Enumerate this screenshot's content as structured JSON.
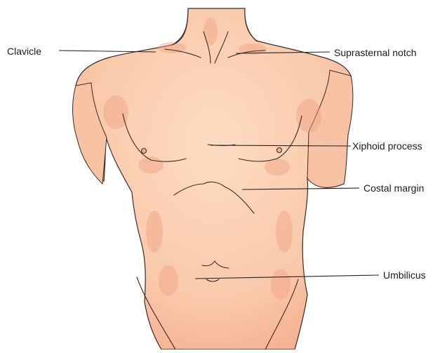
{
  "labels": {
    "clavicle": "Clavicle",
    "suprasternal_notch": "Suprasternal notch",
    "xiphoid_process": "Xiphoid process",
    "costal_margin": "Costal margin",
    "umbilicus": "Umbilicus"
  },
  "colors": {
    "skin_light": "#FDD9BE",
    "skin_mid": "#F7BE9E",
    "skin_shadow": "#EFA183",
    "outline": "#3A2A24",
    "leader_line": "#222222",
    "background": "#FFFFFF"
  }
}
